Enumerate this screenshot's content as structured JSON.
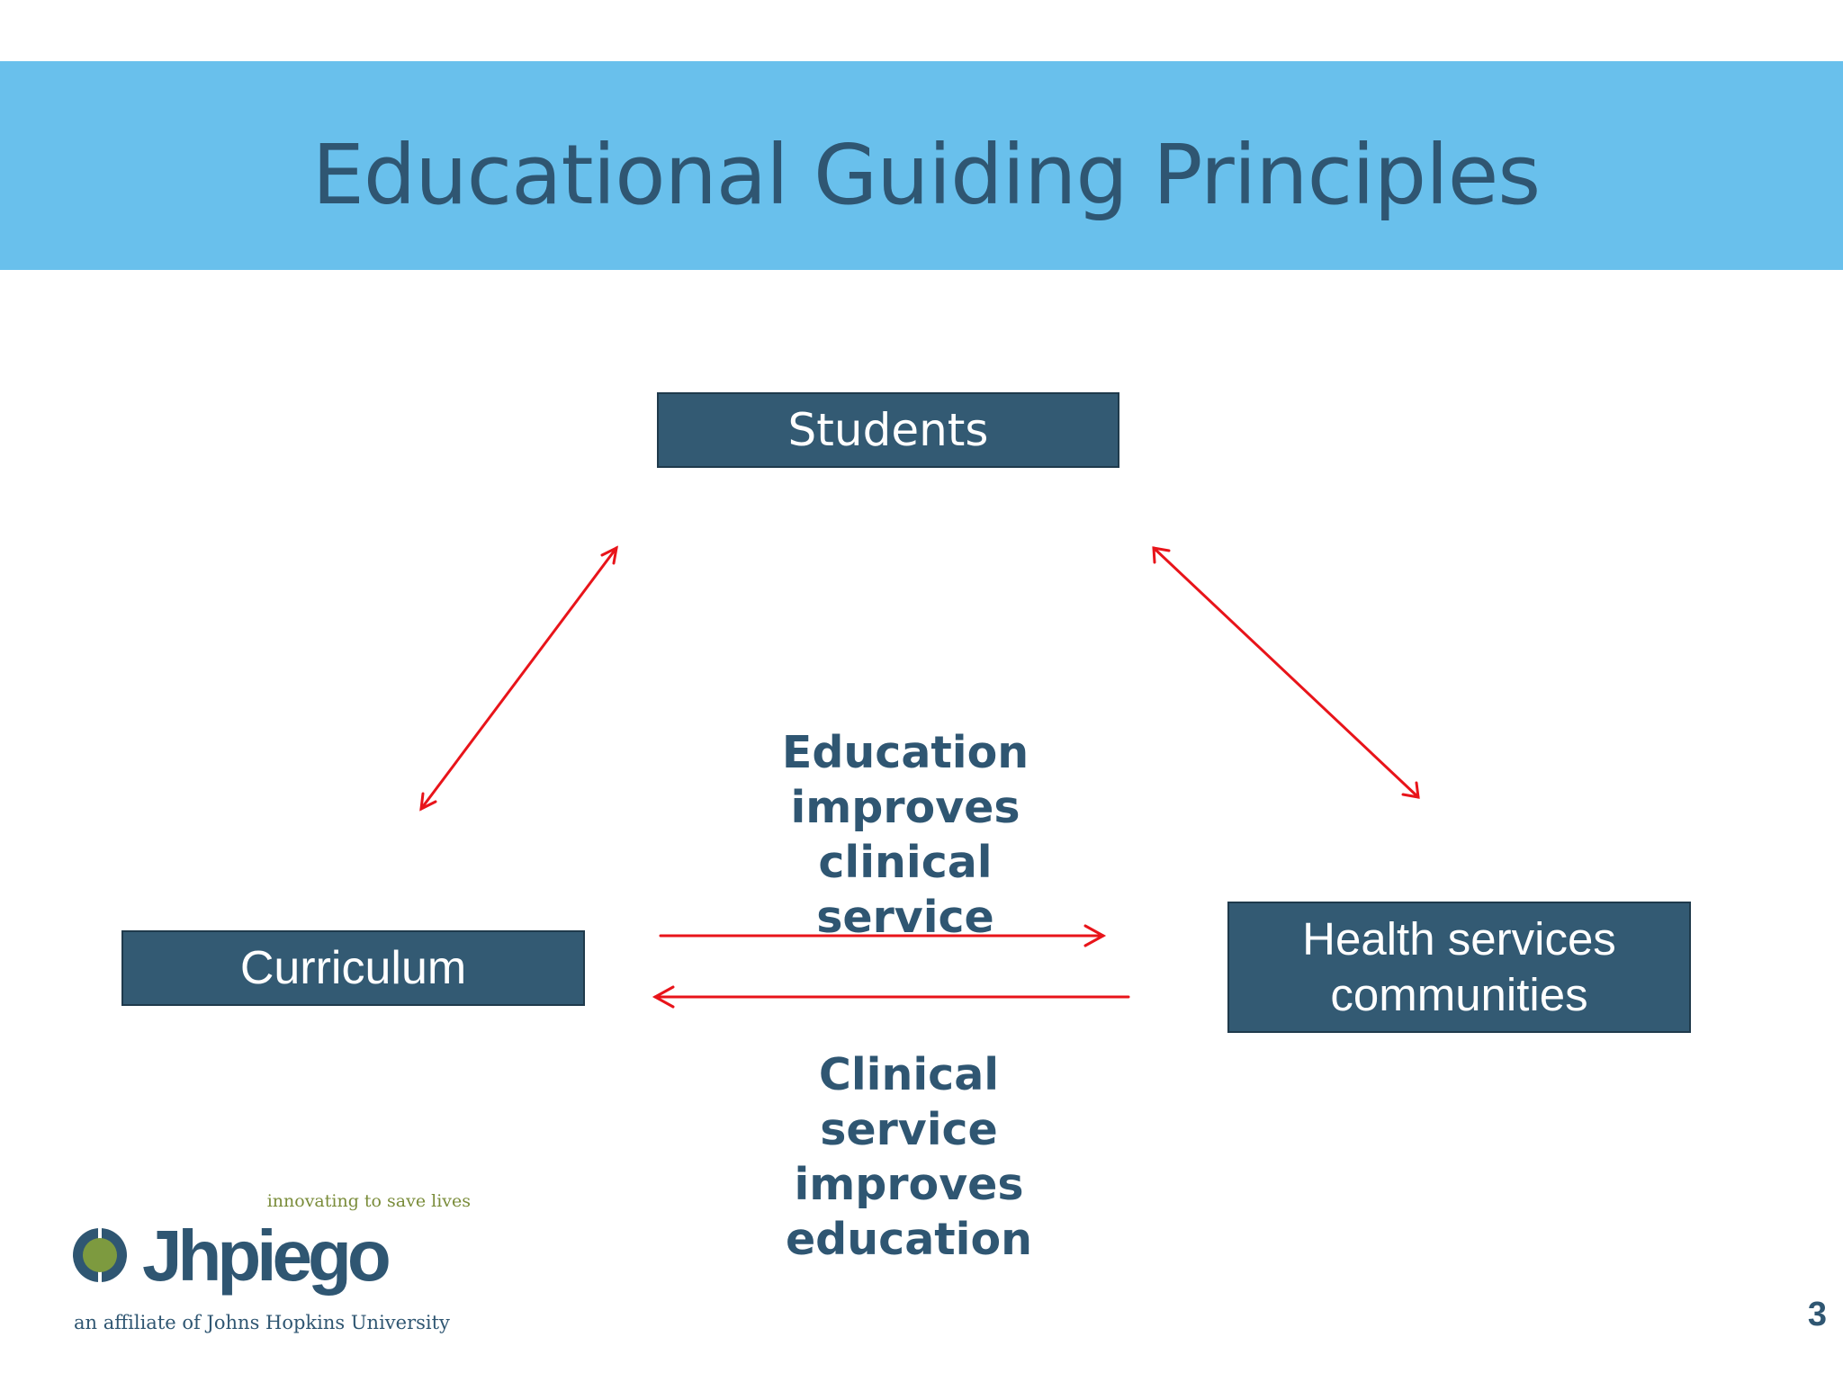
{
  "slide": {
    "title": "Educational Guiding Principles",
    "page_number": "3"
  },
  "diagram": {
    "nodes": {
      "students": "Students",
      "curriculum": "Curriculum",
      "health_services": [
        "Health services",
        "communities"
      ]
    },
    "captions": {
      "education_to_service": [
        "Education",
        "improves",
        "clinical",
        "service"
      ],
      "service_to_education": [
        "Clinical",
        "service",
        "improves",
        "education"
      ]
    },
    "arrow_color": "#e8141a",
    "box_color": "#335a73",
    "edges": [
      {
        "from": "curriculum",
        "to": "students",
        "direction": "both"
      },
      {
        "from": "students",
        "to": "health_services",
        "direction": "both"
      },
      {
        "from": "curriculum",
        "to": "health_services",
        "direction": "forward"
      },
      {
        "from": "health_services",
        "to": "curriculum",
        "direction": "forward"
      }
    ]
  },
  "logo": {
    "tagline": "innovating to save lives",
    "wordmark": "Jhpiego",
    "affiliation": "an affiliate of Johns Hopkins University",
    "mark_icon": "jhpiego-circle-mark"
  },
  "colors": {
    "title_bar": "#69c0ec",
    "title_text": "#2f5672",
    "logo_green": "#7a8c3a"
  }
}
